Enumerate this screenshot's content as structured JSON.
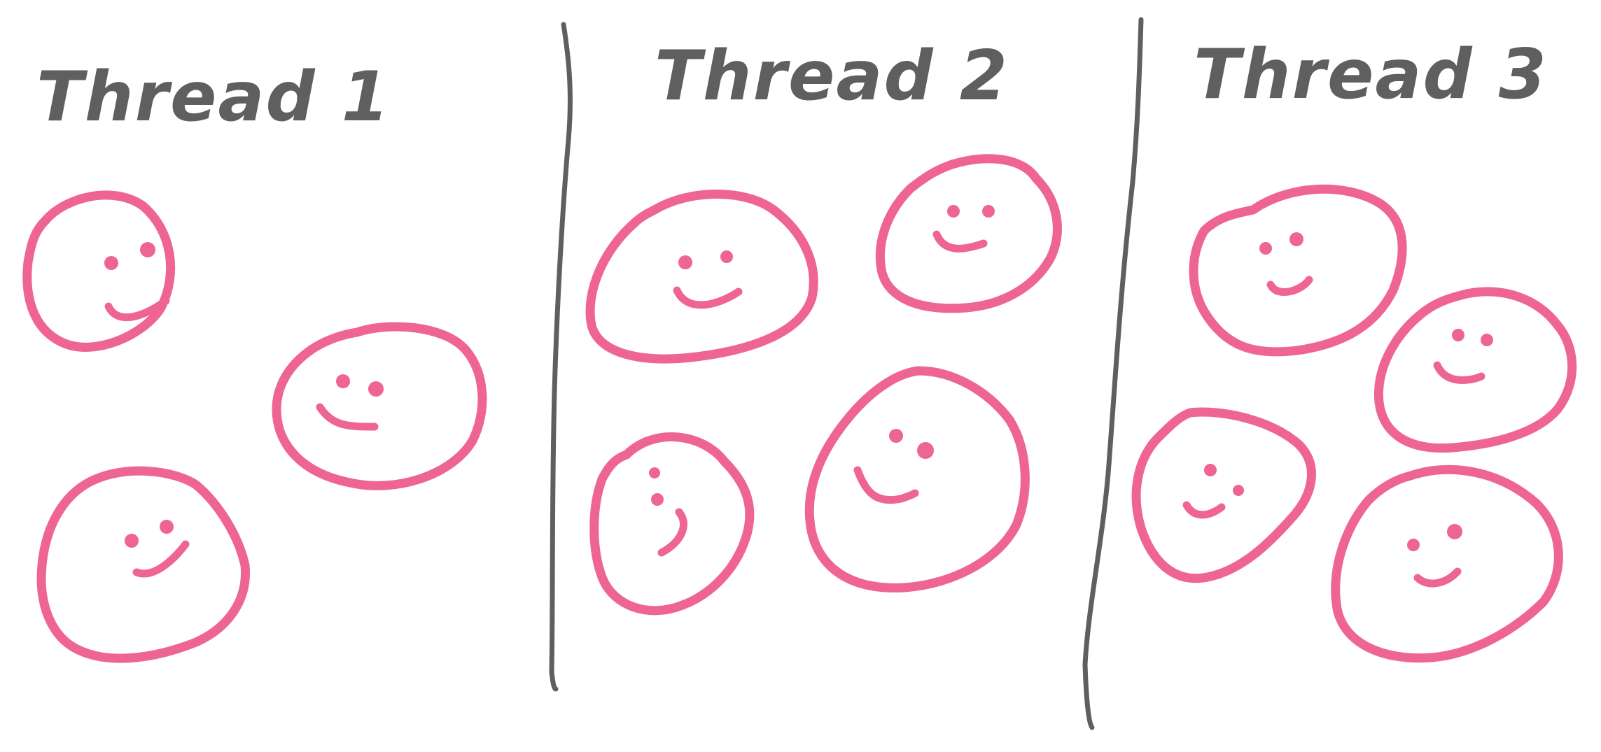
{
  "colors": {
    "ink": "#5f5f5f",
    "face": "#ef6592",
    "background": "#ffffff"
  },
  "threads": [
    {
      "label": "Thread 1",
      "face_count": 3
    },
    {
      "label": "Thread 2",
      "face_count": 4
    },
    {
      "label": "Thread 3",
      "face_count": 4
    }
  ]
}
